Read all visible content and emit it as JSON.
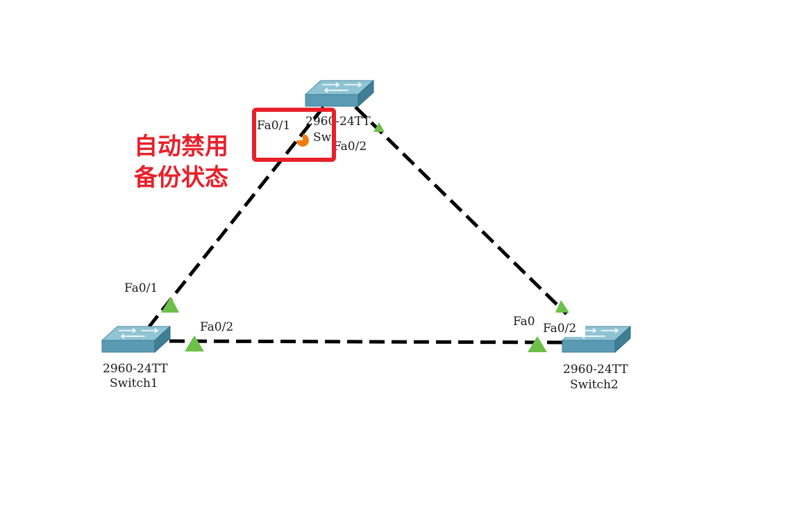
{
  "diagram": {
    "annotation": {
      "line1": "自动禁用",
      "line2": "备份状态"
    },
    "switch0": {
      "model": "2960-24TT",
      "name_visible": "Sw",
      "port_left": "Fa0/1",
      "port_right": "Fa0/2"
    },
    "switch1": {
      "model": "2960-24TT",
      "name": "Switch1",
      "port_up": "Fa0/1",
      "port_right": "Fa0/2"
    },
    "switch2": {
      "model": "2960-24TT",
      "name": "Switch2",
      "port_left": "Fa0",
      "port_up": "Fa0/2"
    },
    "colors": {
      "link": "#000000",
      "port_up": "#6cc04a",
      "port_blocking": "#f07a10",
      "highlight": "#e8202a",
      "switch_top": "#8fc4d4",
      "switch_front": "#5a9bb3",
      "switch_side": "#3f7f96"
    },
    "port_states": {
      "s0_fa01": "blocking",
      "s0_fa02": "forwarding",
      "s1_fa01": "forwarding",
      "s1_fa02": "forwarding",
      "s2_fa0": "forwarding",
      "s2_fa02": "forwarding"
    }
  }
}
